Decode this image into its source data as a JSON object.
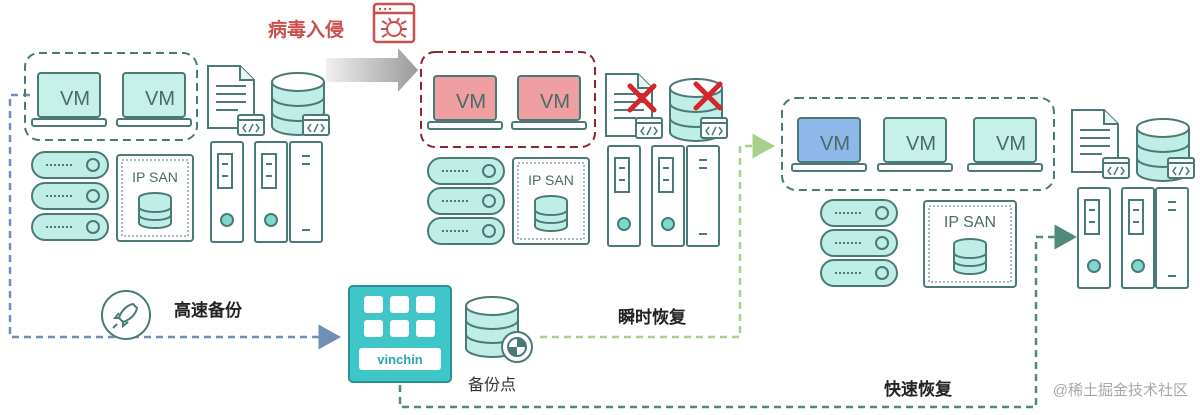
{
  "labels": {
    "virus_intrusion": "病毒入侵",
    "fast_backup": "高速备份",
    "instant_recovery": "瞬时恢复",
    "backup_point": "备份点",
    "fast_recovery": "快速恢复",
    "watermark": "@稀土掘金技术社区"
  },
  "vm_label": "VM",
  "ip_san_label": "IP SAN",
  "brand": "vinchin",
  "colors": {
    "teal_stroke": "#4a7a78",
    "teal_fill": "#bfeee6",
    "screen_fill": "#c6f0e8",
    "red_screen": "#ef9ea2",
    "blue_screen": "#8fb8ea",
    "red_group": "#8c2530",
    "red_x": "#d4262b",
    "blue_dash": "#6f8fb6",
    "green_dash": "#a8d08b",
    "dark_green_dash": "#4f8a7b",
    "vinchin_teal": "#3ec6c8"
  }
}
